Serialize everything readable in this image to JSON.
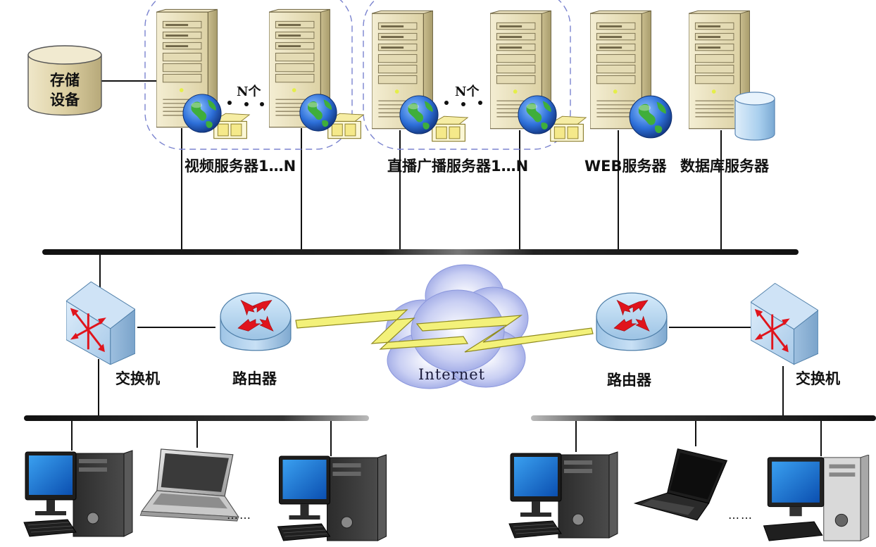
{
  "diagram": {
    "storage": {
      "line1": "存储",
      "line2": "设备"
    },
    "video_servers": {
      "label": "视频服务器1…N",
      "n_label": "N个"
    },
    "live_servers": {
      "label": "直播广播服务器1…N",
      "n_label": "N个"
    },
    "web_server": {
      "label": "WEB服务器"
    },
    "db_server": {
      "label": "数据库服务器"
    },
    "left_switch": {
      "label": "交换机"
    },
    "left_router": {
      "label": "路由器"
    },
    "internet": {
      "label": "Internet"
    },
    "right_router": {
      "label": "路由器"
    },
    "right_switch": {
      "label": "交换机"
    },
    "left_clients": {
      "ellipsis": "……"
    },
    "right_clients": {
      "ellipsis": "……"
    }
  },
  "colors": {
    "server_body": "#ece3bd",
    "router": "#9bc3e2",
    "bolt": "#f3f17a",
    "cloud": "#bcc4ee",
    "monitor_screen": "#1b6fd0",
    "bus": "#111111"
  }
}
